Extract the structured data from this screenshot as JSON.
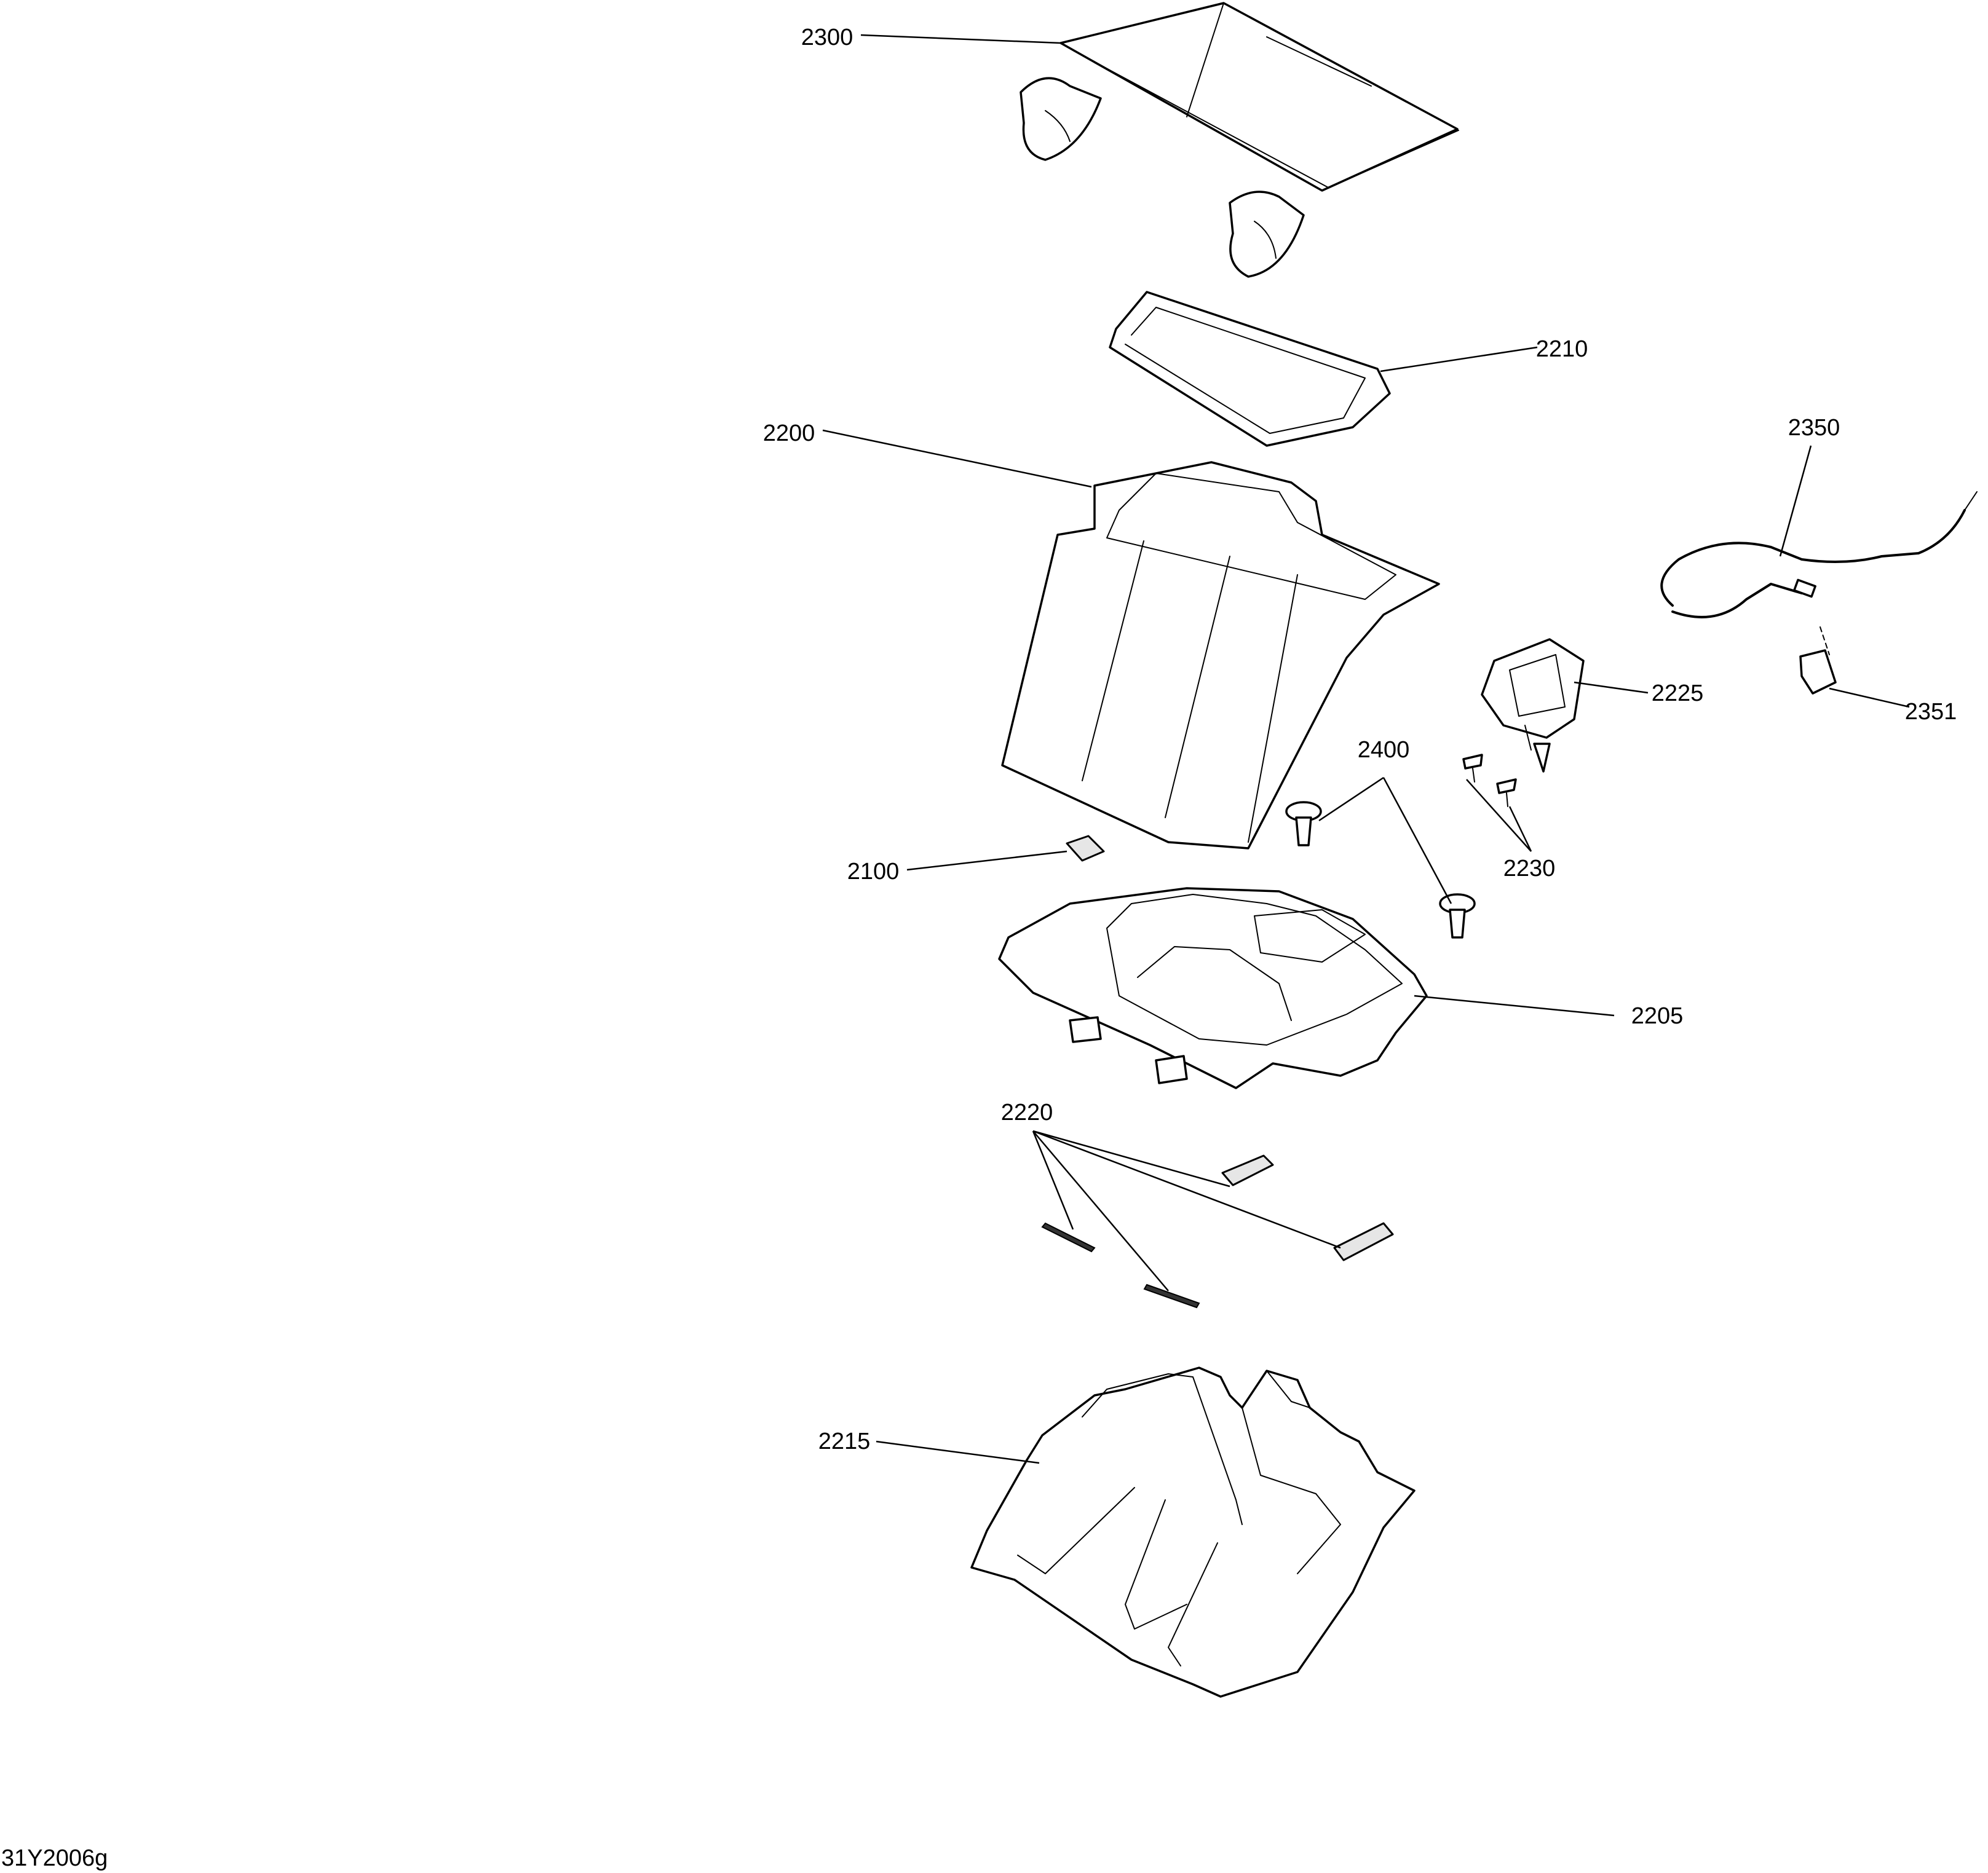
{
  "figure_id": "31Y2006g",
  "callouts": {
    "c2300": "2300",
    "c2210": "2210",
    "c2200": "2200",
    "c2350": "2350",
    "c2225": "2225",
    "c2351": "2351",
    "c2400": "2400",
    "c2230": "2230",
    "c2100": "2100",
    "c2205": "2205",
    "c2220": "2220",
    "c2215": "2215"
  }
}
